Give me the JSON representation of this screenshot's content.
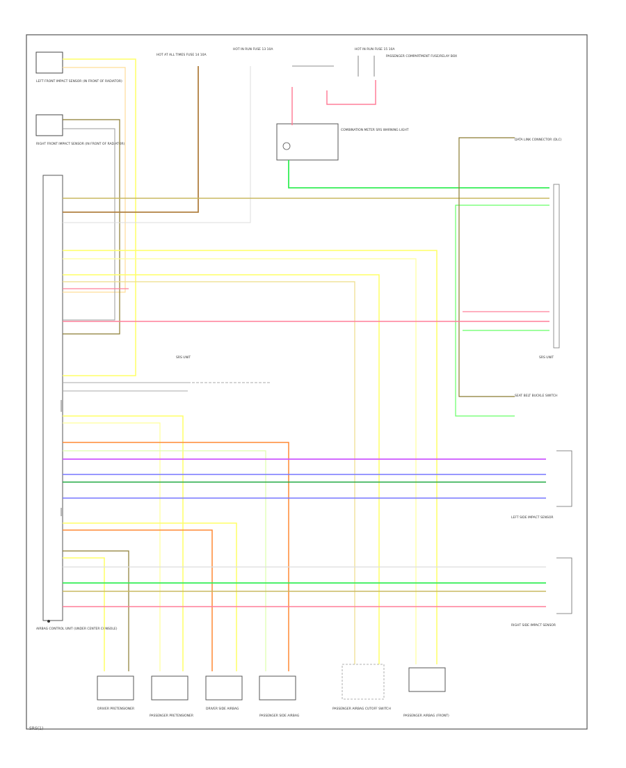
{
  "diagram": {
    "footer": "SRS(1)",
    "components": [
      {
        "id": "lf_sensor",
        "label": "LEFT FRONT IMPACT SENSOR (IN FRONT OF RADIATOR)"
      },
      {
        "id": "rf_sensor",
        "label": "RIGHT FRONT IMPACT SENSOR (IN FRONT OF RADIATOR)"
      },
      {
        "id": "fuse_a",
        "label": "HOT AT ALL TIMES FUSE 14 10A"
      },
      {
        "id": "fuse_b",
        "label": "HOT IN RUN FUSE 13 10A"
      },
      {
        "id": "fuse_c",
        "label": "HOT IN RUN FUSE 15 10A"
      },
      {
        "id": "fuse_panel",
        "label": "PASSENGER COMPARTMENT FUSE/RELAY BOX"
      },
      {
        "id": "comb_meter",
        "label": "COMBINATION METER SRS WARNING LIGHT"
      },
      {
        "id": "dlc",
        "label": "DATA LINK CONNECTOR (DLC)"
      },
      {
        "id": "srs_unit",
        "label": "SRS UNIT"
      },
      {
        "id": "b_sensor",
        "label": "SEAT BELT BUCKLE SWITCH"
      },
      {
        "id": "left_ss",
        "label": "LEFT SIDE IMPACT SENSOR"
      },
      {
        "id": "right_ss",
        "label": "RIGHT SIDE IMPACT SENSOR"
      },
      {
        "id": "ecm",
        "label": "AIRBAG CONTROL UNIT (UNDER CENTER CONSOLE)"
      },
      {
        "id": "d_pret",
        "label": "DRIVER PRETENSIONER"
      },
      {
        "id": "p_pret",
        "label": "PASSENGER PRETENSIONER"
      },
      {
        "id": "d_side",
        "label": "DRIVER SIDE AIRBAG"
      },
      {
        "id": "p_side",
        "label": "PASSENGER SIDE AIRBAG"
      },
      {
        "id": "pass_sw",
        "label": "PASSENGER AIRBAG CUTOFF SWITCH"
      },
      {
        "id": "pass_ab",
        "label": "PASSENGER AIRBAG (FRONT)"
      }
    ],
    "wire_colors": {
      "yellow": "#ffff66",
      "brown": "#b08040",
      "green": "#33ee55",
      "red": "#ff7f99",
      "pink": "#ff5577",
      "violet": "#cc55ff",
      "blue": "#7777ff",
      "dkgreen": "#22aa44",
      "orange": "#ff8833",
      "grey": "#bbbbbb",
      "olive": "#8a7a30"
    }
  }
}
